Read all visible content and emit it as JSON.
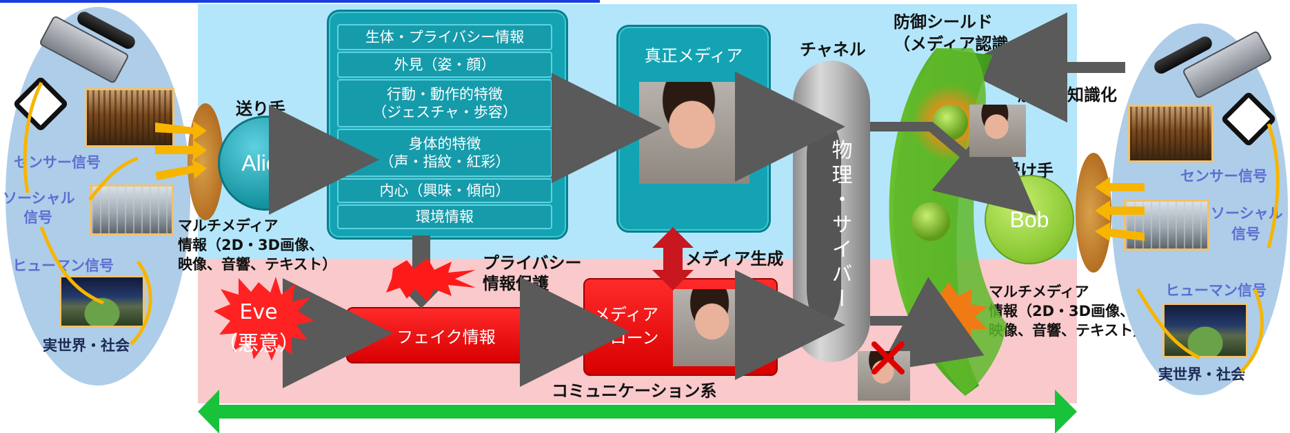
{
  "colors": {
    "top_zone": "#b3e6fb",
    "bottom_zone": "#f9c9cc",
    "teal": "#14a3b3",
    "red": "#e60000",
    "green": "#18c23a",
    "orange_arrow": "#f7b500",
    "gray_arrow": "#5a5a5a"
  },
  "left_world": {
    "sensor": "センサー信号",
    "social_l1": "ソーシャル",
    "social_l2": "信号",
    "human": "ヒューマン信号",
    "real": "実世界・社会"
  },
  "right_world": {
    "sensor": "センサー信号",
    "social_l1": "ソーシャル",
    "social_l2": "信号",
    "human": "ヒューマン信号",
    "real": "実世界・社会"
  },
  "sender": {
    "label": "送り手",
    "name": "Alice"
  },
  "receiver": {
    "label": "受け手",
    "name": "Bob"
  },
  "multimedia_left": {
    "l1": "マルチメディア",
    "l2": "情報（2D・3D画像、",
    "l3": "映像、音響、テキスト）"
  },
  "multimedia_right": {
    "l1": "マルチメディア",
    "l2": "情報（2D・3D画像、",
    "l3": "映像、音響、テキスト）"
  },
  "info_panel": {
    "rows": [
      "生体・プライバシー情報",
      "外見（姿・顔）",
      "行動・動作的特徴\n（ジェスチャ・歩容）",
      "身体的特徴\n（声・指紋・紅彩）",
      "内心（興味・傾向）",
      "環境情報"
    ]
  },
  "authentic_media": "真正メディア",
  "privacy_protection": {
    "l1": "プライバシー",
    "l2": "情報保護"
  },
  "media_generation": "メディア生成",
  "eve": {
    "l1": "Eve",
    "l2": "（悪意）"
  },
  "fake_info": "フェイク情報",
  "media_clone": {
    "l1": "メディア",
    "l2": "クローン"
  },
  "channel": {
    "label": "チャネル",
    "text": "物理・サイバー"
  },
  "shield": {
    "l1": "防御シールド",
    "l2": "（メディア認識・理解）"
  },
  "interpretation": "解釈・知識化",
  "communication_system": "コミュニケーション系"
}
